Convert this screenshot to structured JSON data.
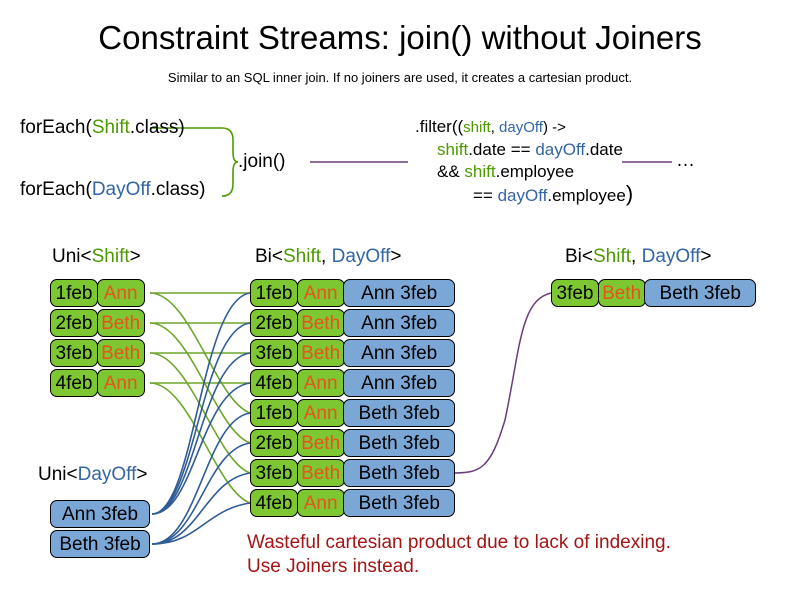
{
  "header": {
    "title": "Constraint Streams: join() without Joiners",
    "subtitle": "Similar to an SQL inner join. If no joiners are used, it creates a cartesian product."
  },
  "code": {
    "foreach_shift": {
      "prefix": "forEach(",
      "type": "Shift",
      "suffix": ".class)"
    },
    "foreach_dayoff": {
      "prefix": "forEach(",
      "type": "DayOff",
      "suffix": ".class)"
    },
    "join_call": ".join()",
    "ellipsis": "…",
    "filter": {
      "line1_prefix": ".filter((",
      "line1_shift": "shift",
      "line1_comma": ", ",
      "line1_dayoff": "dayOff",
      "line1_suffix": ") ->",
      "line2_shift": "shift",
      "line2_mid": ".date == ",
      "line2_dayoff": "dayOff",
      "line2_end": ".date",
      "line3_prefix": "&& ",
      "line3_shift": "shift",
      "line3_end": ".employee",
      "line4_prefix": "== ",
      "line4_dayoff": "dayOff",
      "line4_end": ".employee",
      "line4_close": ")"
    }
  },
  "streams": {
    "uni_shift_label": {
      "prefix": "Uni<",
      "type": "Shift",
      "suffix": ">"
    },
    "uni_dayoff_label": {
      "prefix": "Uni<",
      "type": "DayOff",
      "suffix": ">"
    },
    "bi_mid_label": {
      "prefix": "Bi<",
      "type1": "Shift",
      "comma": ", ",
      "type2": "DayOff",
      "suffix": ">"
    },
    "bi_right_label": {
      "prefix": "Bi<",
      "type1": "Shift",
      "comma": ", ",
      "type2": "DayOff",
      "suffix": ">"
    },
    "shifts": [
      {
        "date": "1feb",
        "employee": "Ann"
      },
      {
        "date": "2feb",
        "employee": "Beth"
      },
      {
        "date": "3feb",
        "employee": "Beth"
      },
      {
        "date": "4feb",
        "employee": "Ann"
      }
    ],
    "dayoffs": [
      {
        "text": "Ann 3feb"
      },
      {
        "text": "Beth 3feb"
      }
    ],
    "cartesian": [
      {
        "date": "1feb",
        "employee": "Ann",
        "dayoff": "Ann 3feb"
      },
      {
        "date": "2feb",
        "employee": "Beth",
        "dayoff": "Ann 3feb"
      },
      {
        "date": "3feb",
        "employee": "Beth",
        "dayoff": "Ann 3feb"
      },
      {
        "date": "4feb",
        "employee": "Ann",
        "dayoff": "Ann 3feb"
      },
      {
        "date": "1feb",
        "employee": "Ann",
        "dayoff": "Beth 3feb"
      },
      {
        "date": "2feb",
        "employee": "Beth",
        "dayoff": "Beth 3feb"
      },
      {
        "date": "3feb",
        "employee": "Beth",
        "dayoff": "Beth 3feb"
      },
      {
        "date": "4feb",
        "employee": "Ann",
        "dayoff": "Beth 3feb"
      }
    ],
    "filtered": [
      {
        "date": "3feb",
        "employee": "Beth",
        "dayoff": "Beth 3feb"
      }
    ]
  },
  "warning": {
    "line1": "Wasteful cartesian product due to lack of indexing.",
    "line2": "Use Joiners instead."
  },
  "colors": {
    "green_box": "#7DC832",
    "blue_box": "#7BA7D7",
    "shift_text": "#4C9A00",
    "dayoff_text": "#3465A4",
    "employee_text": "#E8521B",
    "warning_text": "#A31515",
    "connector_green": "#6FA62B",
    "connector_blue": "#2F5C96",
    "connector_purple": "#6A3D7A"
  }
}
